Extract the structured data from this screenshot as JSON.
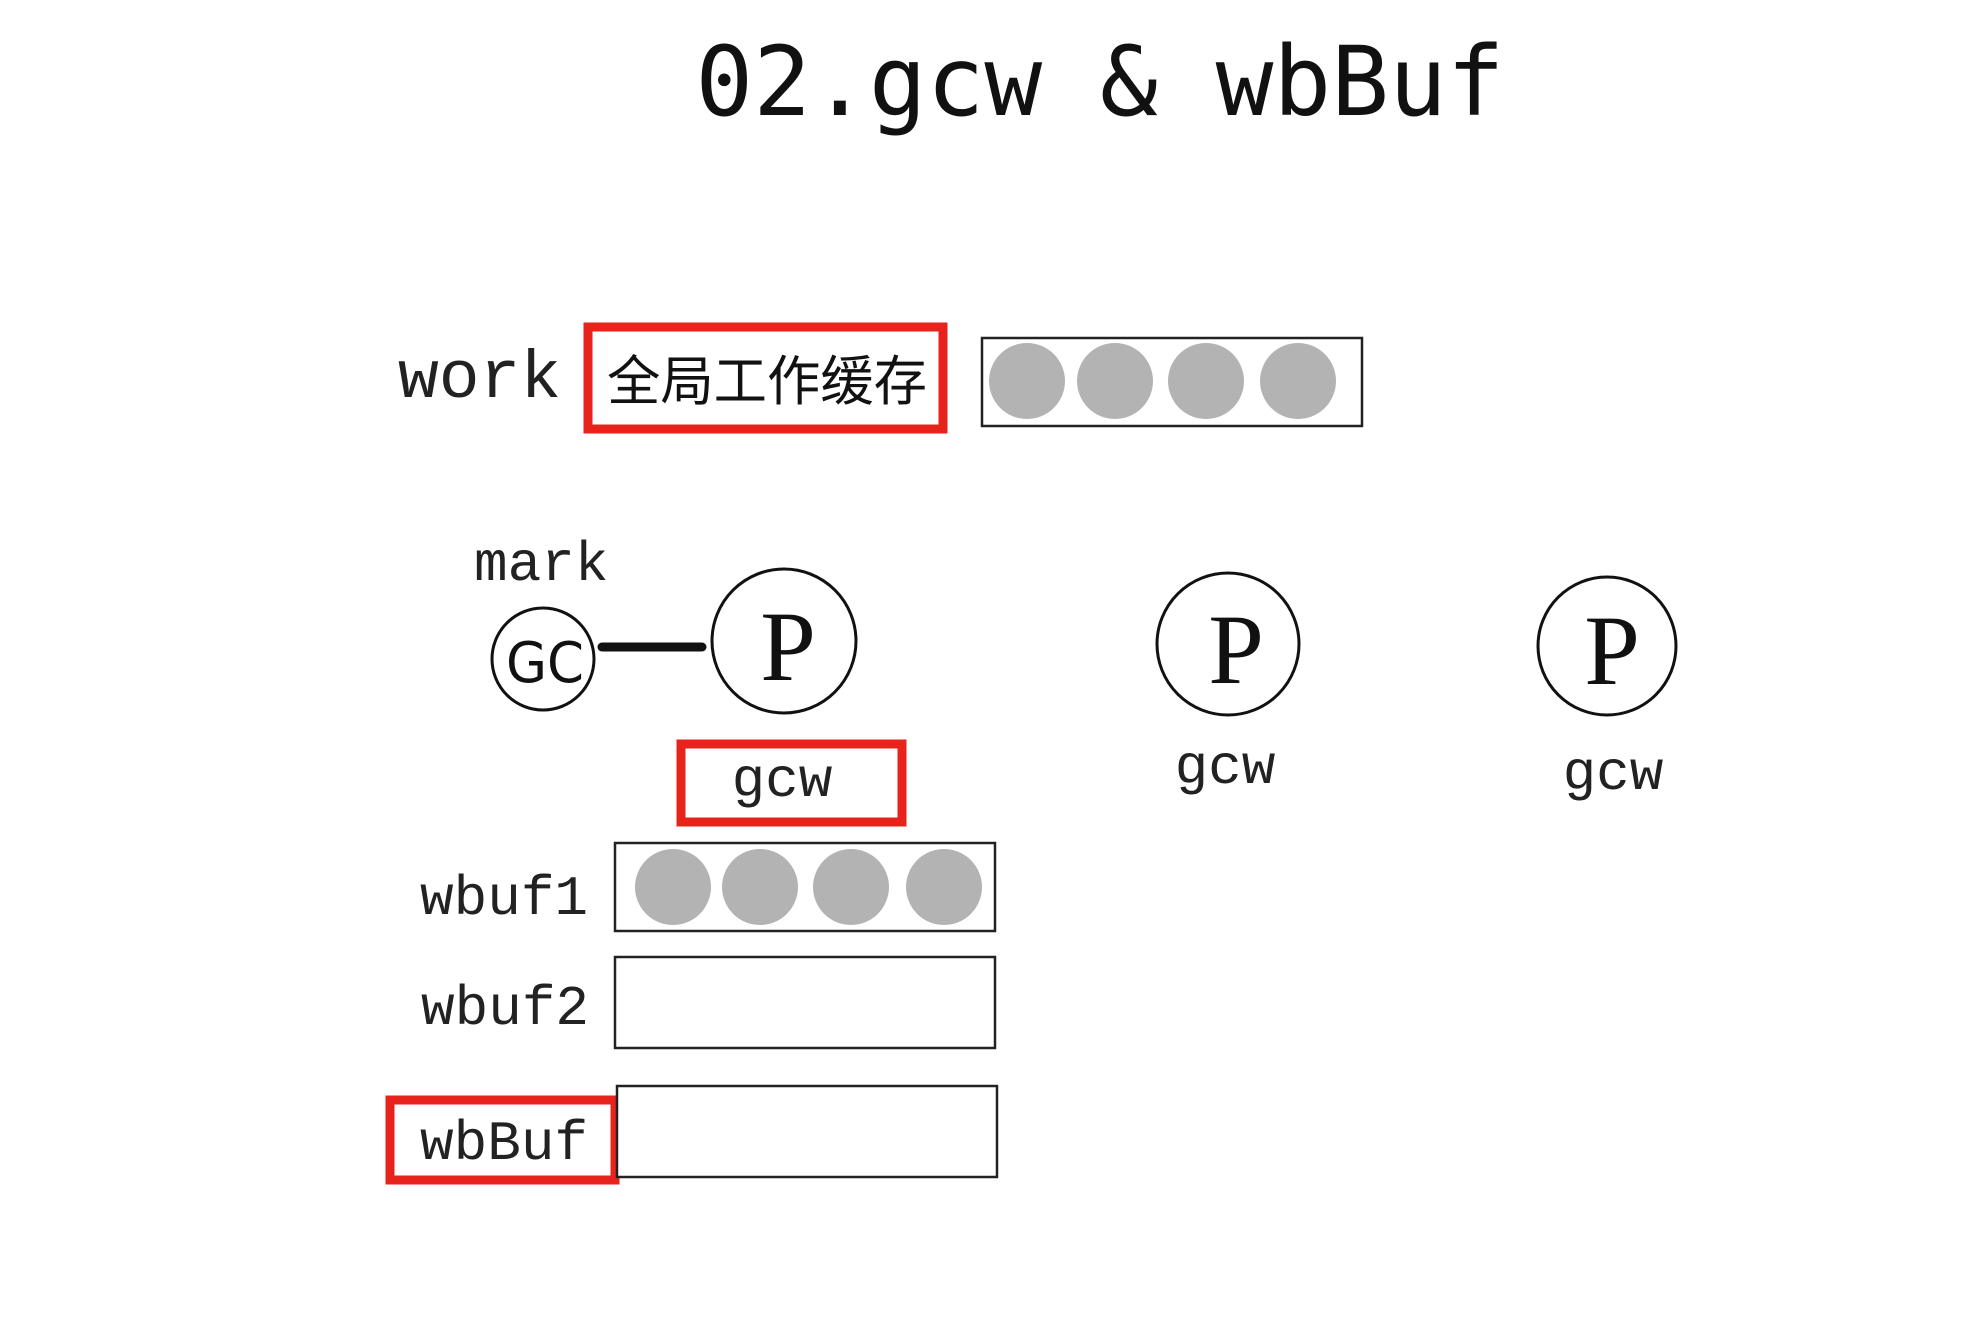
{
  "title": "02.gcw & wbBuf",
  "work": {
    "label": "work",
    "global_label": "全局工作缓存",
    "filled_slots": 4
  },
  "mark_label": "mark",
  "gc_label": "GC",
  "processors": [
    {
      "label": "P",
      "gcw_label": "gcw"
    },
    {
      "label": "P",
      "gcw_label": "gcw"
    },
    {
      "label": "P",
      "gcw_label": "gcw"
    }
  ],
  "buffers": [
    {
      "label": "wbuf1",
      "filled_slots": 4
    },
    {
      "label": "wbuf2",
      "filled_slots": 0
    },
    {
      "label": "wbBuf",
      "filled_slots": 0
    }
  ],
  "colors": {
    "highlight": "#e8231c",
    "slot_fill": "#b3b3b3",
    "ink": "#111111"
  }
}
